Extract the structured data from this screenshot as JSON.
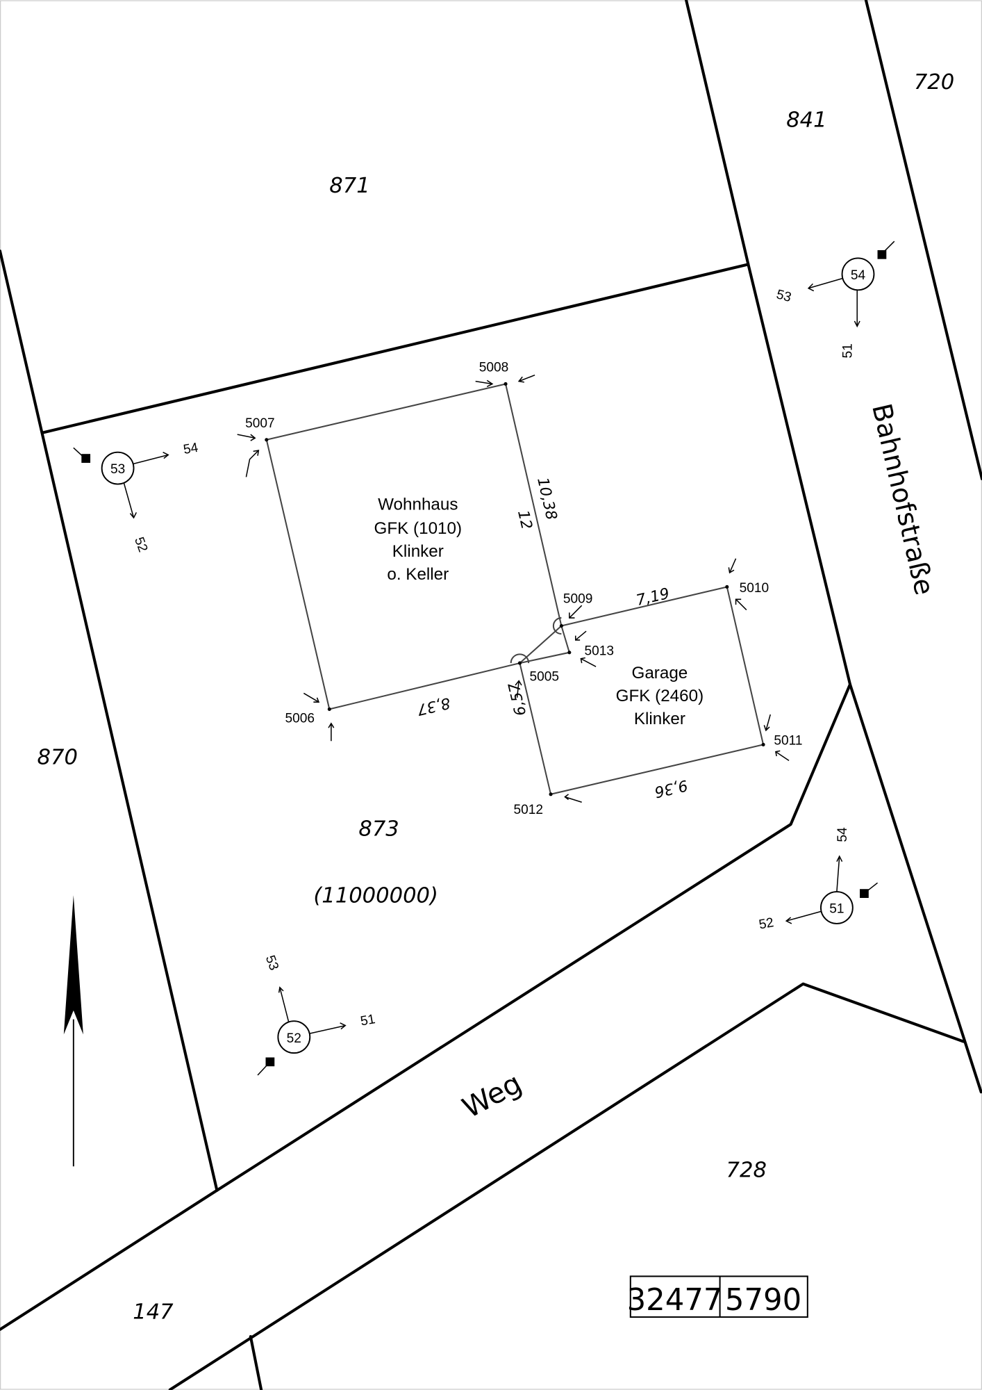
{
  "parcels": {
    "p871": "871",
    "p841": "841",
    "p720": "720",
    "p870": "870",
    "p873": "873",
    "p873_area": "(11000000)",
    "p728": "728",
    "p147": "147"
  },
  "streets": {
    "bahnhof": "Bahnhofstraße",
    "weg": "Weg"
  },
  "wohnhaus": [
    "Wohnhaus",
    "GFK (1010)",
    "Klinker",
    "o. Keller"
  ],
  "garage": [
    "Garage",
    "GFK (2460)",
    "Klinker"
  ],
  "points": {
    "p5005": "5005",
    "p5006": "5006",
    "p5007": "5007",
    "p5008": "5008",
    "p5009": "5009",
    "p5010": "5010",
    "p5011": "5011",
    "p5012": "5012",
    "p5013": "5013"
  },
  "dims": {
    "d1038": "10,38",
    "d12": "12",
    "d719": "7,19",
    "d837": "8,37",
    "d657": "6,57",
    "d936": "9,36"
  },
  "stations": {
    "s51": "51",
    "s52": "52",
    "s53": "53",
    "s54": "54"
  },
  "station_refs": {
    "s53_54": "54",
    "s53_52": "52",
    "s54_53": "53",
    "s54_51": "51",
    "s51_54": "54",
    "s51_52": "52",
    "s52_53": "53",
    "s52_51": "51"
  },
  "sheet": {
    "left": "32477",
    "right": "5790"
  }
}
